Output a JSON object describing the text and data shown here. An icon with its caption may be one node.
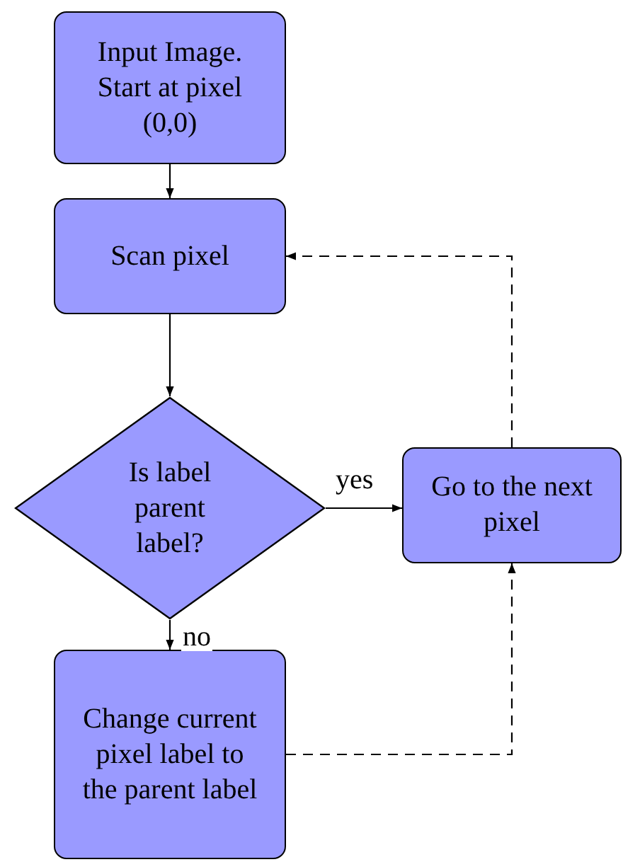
{
  "diagram": {
    "nodes": [
      {
        "text": [
          "Input Image. Start at pixel (0,0)"
        ]
      },
      {
        "text": [
          "Scan pixel"
        ]
      },
      {
        "text": [
          "Is label parent label?"
        ]
      },
      {
        "text": [
          "Go to the next pixel"
        ]
      },
      {
        "text": [
          "Change current pixel label to the parent label"
        ]
      }
    ],
    "edges": [
      {
        "from": 0,
        "to": 1,
        "arrow": "to"
      },
      {
        "from": 1,
        "to": 2,
        "arrow": "to"
      },
      {
        "from": 2,
        "to": 3,
        "arrow": "to",
        "label": "yes"
      },
      {
        "from": 2,
        "to": 4,
        "arrow": "to",
        "label": "no"
      },
      {
        "from": 3,
        "to": 1,
        "arrow": "to",
        "style": "dashed"
      },
      {
        "from": 4,
        "to": 3,
        "arrow": "to",
        "style": "dashed"
      }
    ]
  }
}
